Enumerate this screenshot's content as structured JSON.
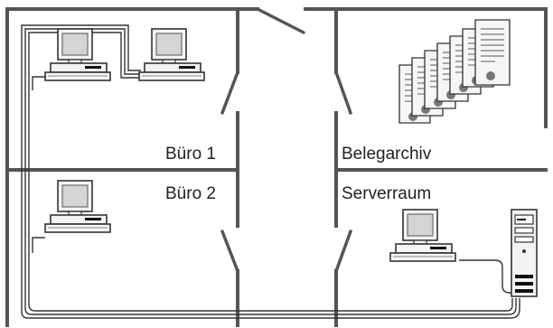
{
  "rooms": {
    "buero1": "Büro 1",
    "buero2": "Büro 2",
    "belegarchiv": "Belegarchiv",
    "serverraum": "Serverraum"
  },
  "colors": {
    "wall": "#555555",
    "line": "#333333",
    "device_face": "#f4f4f4",
    "screen": "#cfcfcf",
    "slot": "#111111",
    "doc_dot": "#777777"
  },
  "icons": [
    "desktop-computer-icon",
    "document-stack-icon",
    "server-tower-icon"
  ]
}
